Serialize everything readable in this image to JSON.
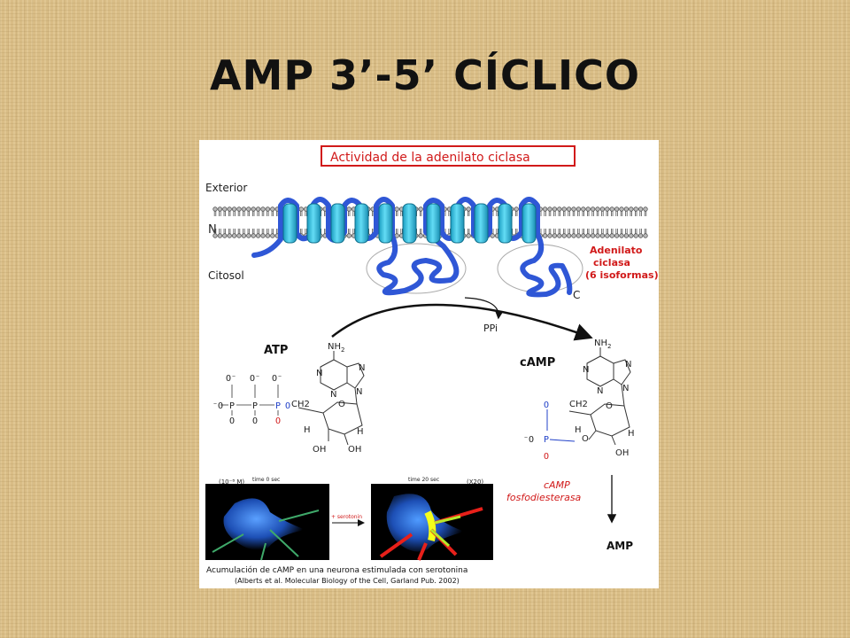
{
  "slide": {
    "title": "AMP 3’-5’ CÍCLICO"
  },
  "figure": {
    "heading": "Actividad de la adenilato ciclasa",
    "exterior_label": "Exterior",
    "n_terminus": "N",
    "cytosol_label": "Citosol",
    "c_terminus": "C",
    "enzyme_label_line1": "Adenilato",
    "enzyme_label_line2": "ciclasa",
    "enzyme_label_line3": "(6 isoformas)",
    "ppi_label": "PPi",
    "atp_label": "ATP",
    "camp_label": "cAMP",
    "nh2": "NH",
    "nh2_sub": "2",
    "ch2": "CH2",
    "oh": "OH",
    "h": "H",
    "o": "O",
    "p": "P",
    "o_minus": "O⁻",
    "neg_o": "⁻O",
    "n": "N",
    "pde_line1": "cAMP",
    "pde_line2": "fosfodiesterasa",
    "amp_label": "AMP",
    "img1_conc": "(10⁻⁸ M)",
    "img1_time": "time 0 sec",
    "img2_time": "time 20 sec",
    "img2_mag": "(X20)",
    "serotonin_arrow_label": "+ serotonin",
    "caption_line1": "Acumulación de cAMP en una neurona estimulada con serotonina",
    "caption_line2": "(Alberts et al. Molecular Biology of the Cell, Garland Pub. 2002)"
  },
  "colors": {
    "protein_blue": "#2f57d6",
    "helix_cyan": "#33c7e8",
    "label_red": "#d11a1a",
    "phosphate_blue": "#2040c8"
  }
}
